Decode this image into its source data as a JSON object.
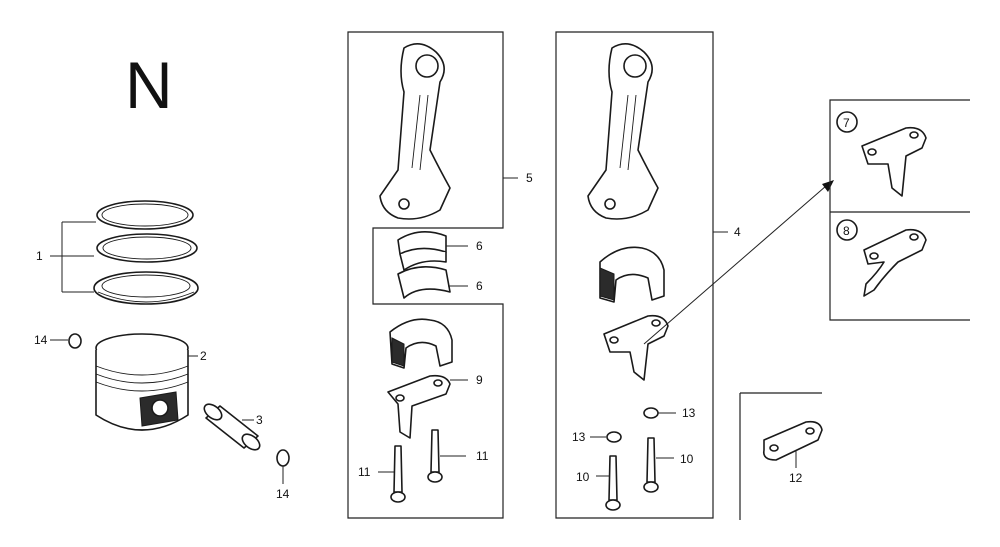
{
  "section_letter": "N",
  "callouts": {
    "c1": "1",
    "c2": "2",
    "c3": "3",
    "c14a": "14",
    "c14b": "14",
    "c5": "5",
    "c6a": "6",
    "c6b": "6",
    "c9": "9",
    "c11a": "11",
    "c11b": "11",
    "c4": "4",
    "c13a": "13",
    "c13b": "13",
    "c10a": "10",
    "c10b": "10",
    "c12": "12",
    "c7": "7",
    "c8": "8"
  },
  "colors": {
    "ink": "#1a1a1a",
    "paper": "#ffffff"
  }
}
